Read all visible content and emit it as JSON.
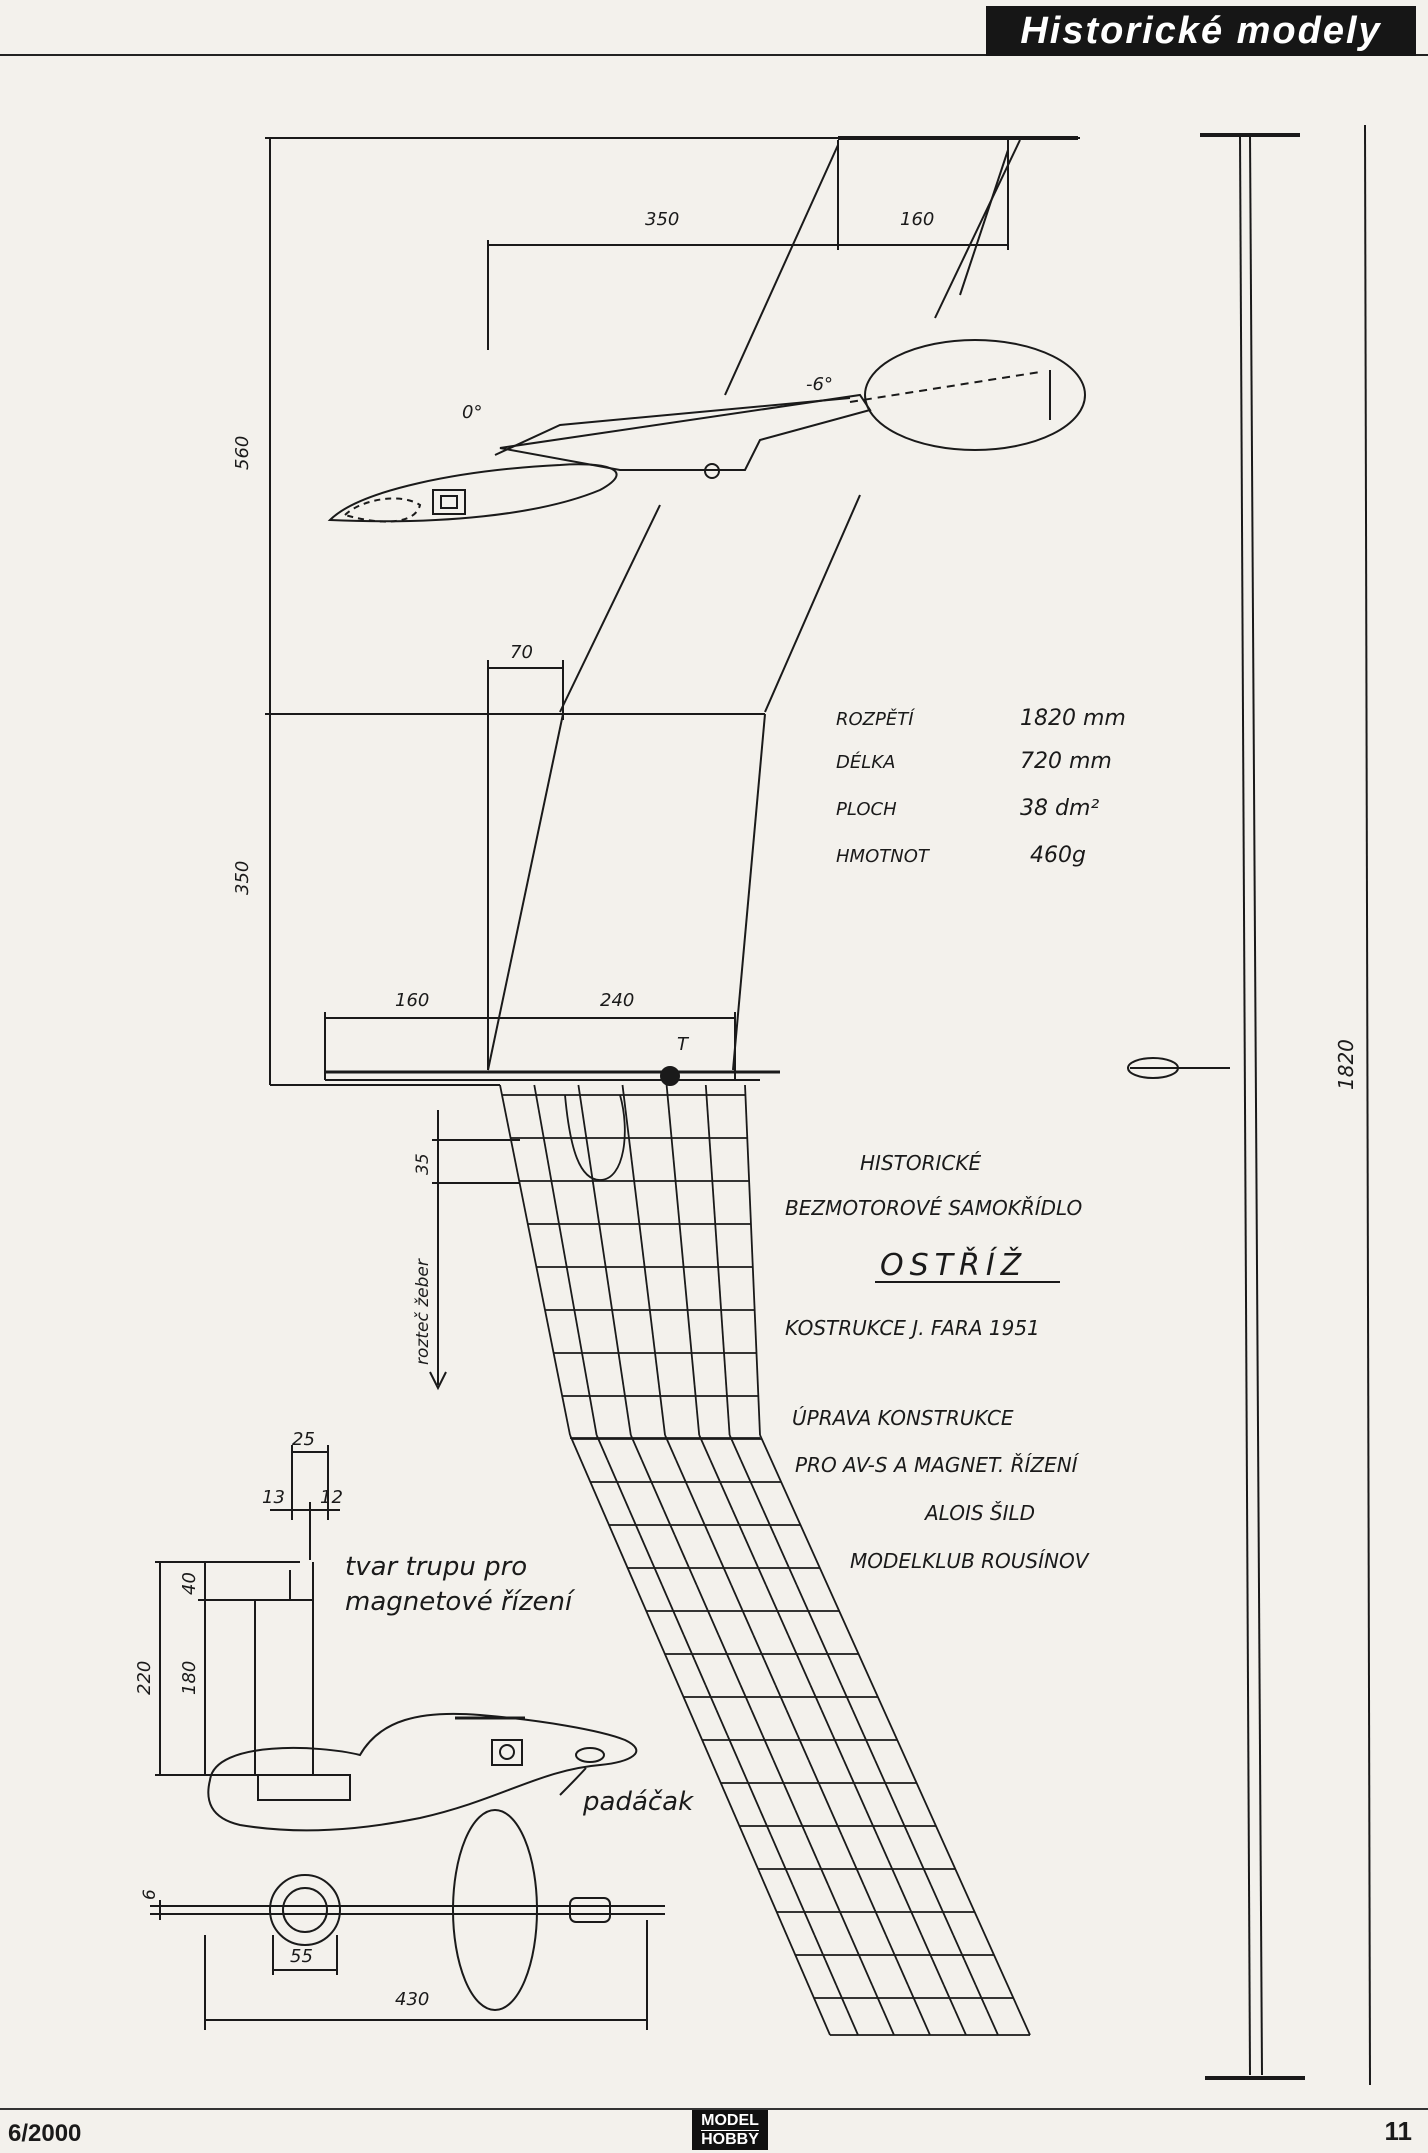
{
  "header": {
    "section_label": "Historické modely"
  },
  "footer": {
    "issue": "6/2000",
    "page_number": "11",
    "logo_line1": "MODEL",
    "logo_line2": "HOBBY"
  },
  "drawing": {
    "dimensions": {
      "d350_top": "350",
      "d160_top": "160",
      "d560": "560",
      "d70": "70",
      "d350_mid": "350",
      "d160_root": "160",
      "d240": "240",
      "d35": "35",
      "d1820": "1820",
      "d25": "25",
      "d13": "13",
      "d12": "12",
      "d40": "40",
      "d220": "220",
      "d180": "180",
      "d6": "6",
      "d55": "55",
      "d430": "430"
    },
    "angles": {
      "wing": "0°",
      "tail": "-6°"
    },
    "labels": {
      "cg": "T",
      "rib_spacing": "rozteč žeber",
      "fuselage_shape_1": "tvar trupu pro",
      "fuselage_shape_2": "magnetové řízení",
      "dethermalizer": "padáčak"
    },
    "specs": [
      {
        "name": "ROZPĚTÍ",
        "value": "1820 mm"
      },
      {
        "name": "DÉLKA",
        "value": "720 mm"
      },
      {
        "name": "PLOCH",
        "value": "38 dm²"
      },
      {
        "name": "HMOTNOT",
        "value": "460g"
      }
    ],
    "title_block": {
      "line1": "HISTORICKÉ",
      "line2": "BEZMOTOROVÉ SAMOKŘÍDLO",
      "model_name": "OSTŘÍŽ",
      "line4": "KOSTRUKCE   J. FARA   1951",
      "line5": "ÚPRAVA KONSTRUKCE",
      "line6": "PRO AV-S A MAGNET. ŘÍZENÍ",
      "line7": "ALOIS ŠILD",
      "line8": "MODELKLUB ROUSÍNOV"
    }
  }
}
